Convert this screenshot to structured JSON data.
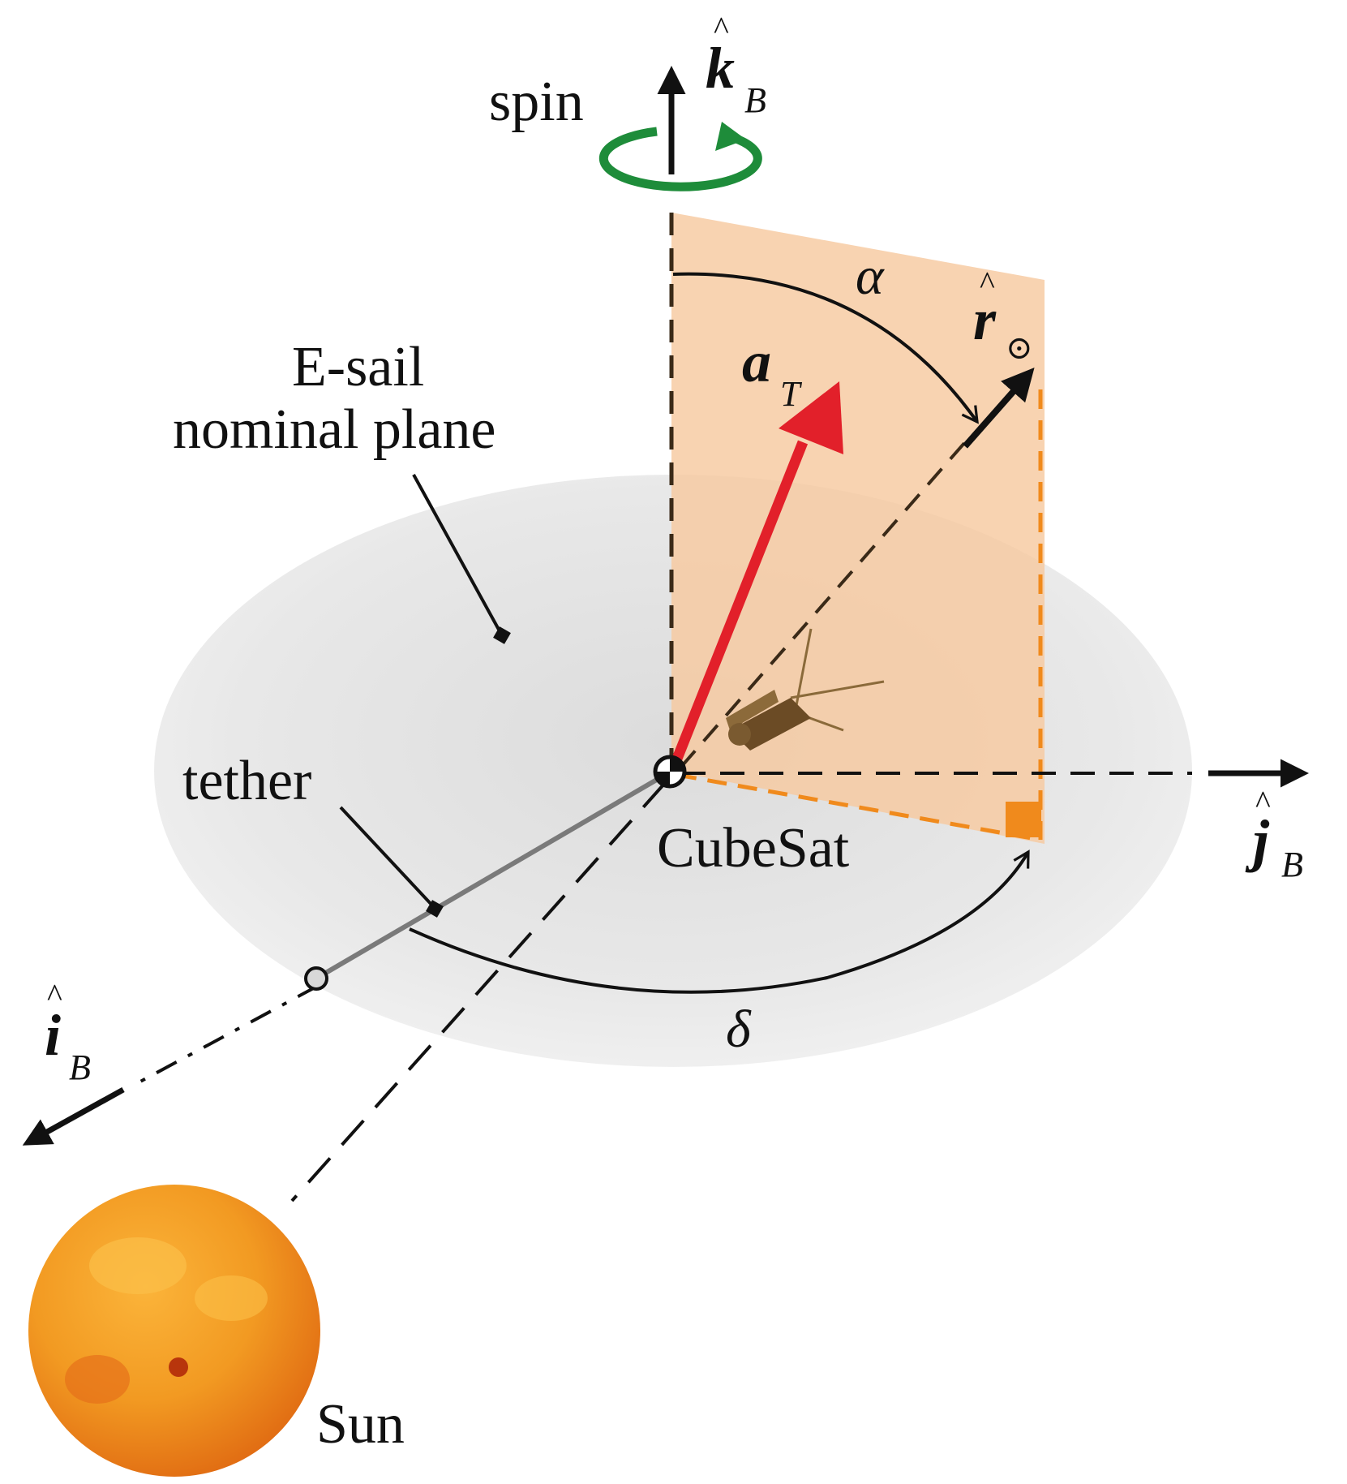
{
  "labels": {
    "spin": "spin",
    "sail_plane_line1": "E-sail",
    "sail_plane_line2": "nominal plane",
    "tether": "tether",
    "cubesat": "CubeSat",
    "sun": "Sun",
    "alpha": "α",
    "delta": "δ"
  },
  "vectors": {
    "k": {
      "symbol": "k",
      "hat": "^",
      "subscript": "B"
    },
    "i": {
      "symbol": "i",
      "hat": "^",
      "subscript": "B"
    },
    "j": {
      "symbol": "j",
      "hat": "^",
      "subscript": "B"
    },
    "r": {
      "symbol": "r",
      "hat": "^",
      "subscript": "⊙"
    },
    "aT": {
      "symbol": "a",
      "subscript": "T"
    }
  },
  "colors": {
    "thrust_vector": "#e2202a",
    "spin_arrow": "#1e8c3a",
    "orange_plane": "#f6c9a0",
    "orange_edge": "#f08a1c",
    "sail_disk": "#ececec",
    "sun": "#f08a1c",
    "ink": "#111111"
  }
}
